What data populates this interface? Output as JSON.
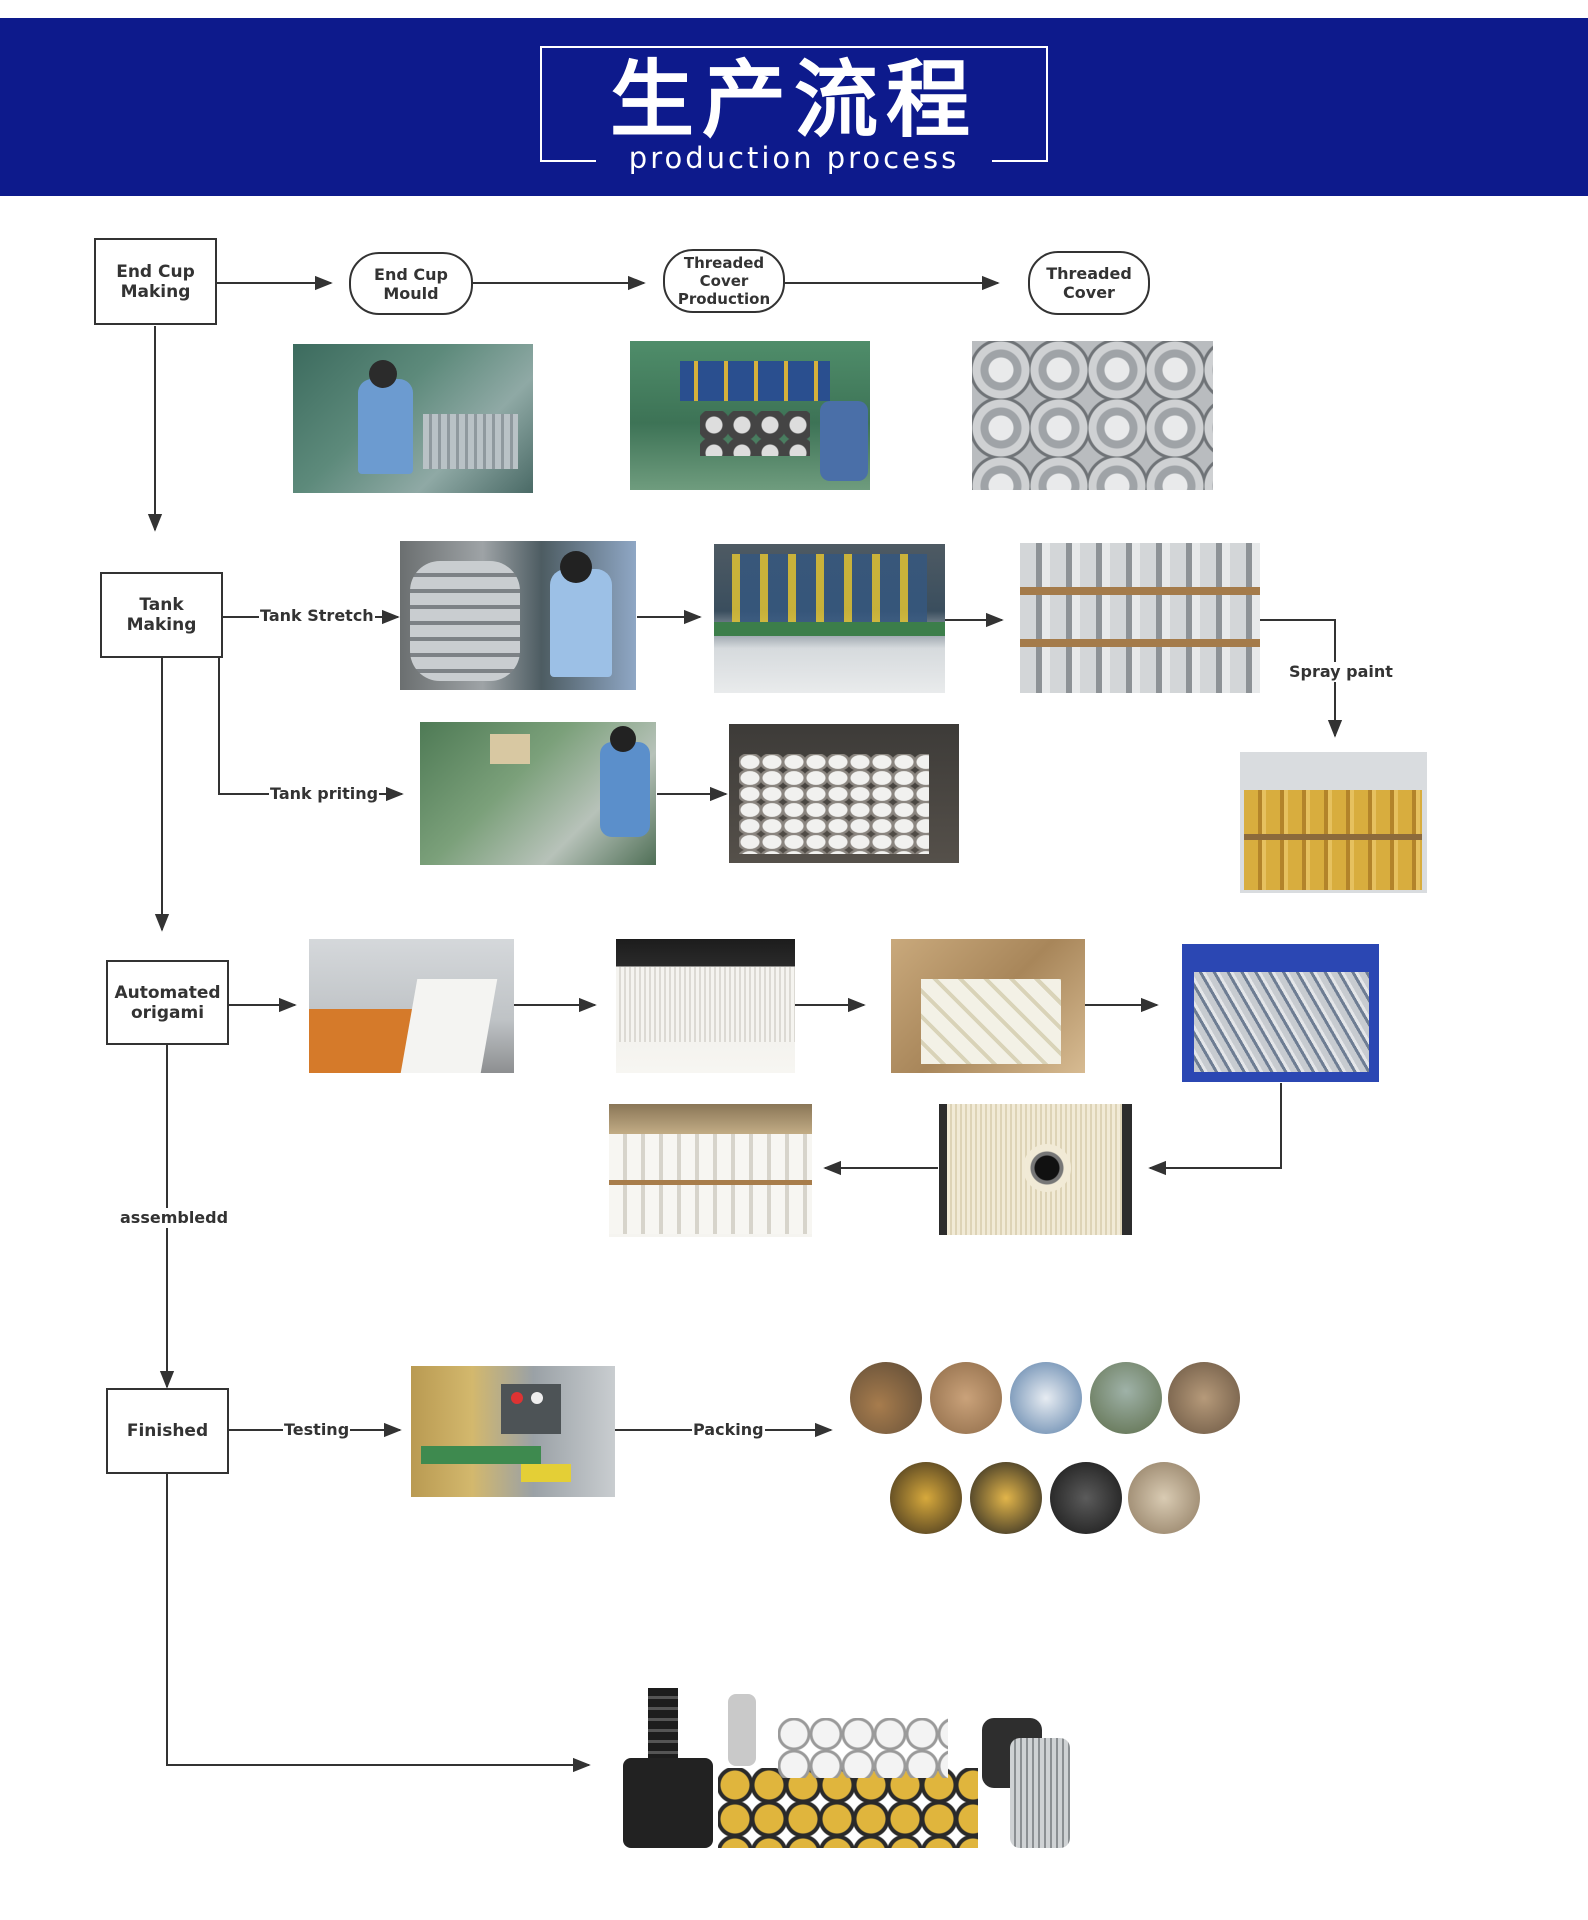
{
  "header": {
    "title_zh": "生产流程",
    "title_en": "production process"
  },
  "steps": {
    "end_cup_making": "End Cup\nMaking",
    "end_cup_mould": "End Cup\nMould",
    "threaded_cover_production": "Threaded\nCover\nProduction",
    "threaded_cover": "Threaded\nCover",
    "tank_making": "Tank\nMaking",
    "automated_origami": "Automated\norigami",
    "finished": "Finished"
  },
  "edge_labels": {
    "tank_stretch": "Tank Stretch",
    "tank_priting": "Tank priting",
    "spray_paint": "Spray paint",
    "assembled": "assembledd",
    "testing": "Testing",
    "packing": "Packing"
  },
  "colors": {
    "banner": "#0d1a8c",
    "line": "#333333"
  },
  "photos": [
    {
      "name": "photo-end-cup-press",
      "icon": "factory-worker-press"
    },
    {
      "name": "photo-threaded-cover-machine",
      "icon": "machine"
    },
    {
      "name": "photo-threaded-covers-pile",
      "icon": "metal-covers"
    },
    {
      "name": "photo-tank-stretch",
      "icon": "metal-cans"
    },
    {
      "name": "photo-tank-press-line",
      "icon": "factory-floor"
    },
    {
      "name": "photo-tanks-stacked",
      "icon": "stacked-cans"
    },
    {
      "name": "photo-yellow-tanks",
      "icon": "painted-cans"
    },
    {
      "name": "photo-tank-printing",
      "icon": "printing-machine"
    },
    {
      "name": "photo-printed-tanks",
      "icon": "white-cans"
    },
    {
      "name": "photo-origami-machine",
      "icon": "paper-machine"
    },
    {
      "name": "photo-pleated-paper",
      "icon": "pleated-paper"
    },
    {
      "name": "photo-paper-box",
      "icon": "paper-in-box"
    },
    {
      "name": "photo-metal-tubes-crate",
      "icon": "mesh-tubes"
    },
    {
      "name": "photo-filter-rolls",
      "icon": "filter-rolls"
    },
    {
      "name": "photo-filters-stacked",
      "icon": "filters-pallet"
    },
    {
      "name": "photo-testing-machine",
      "icon": "test-bench"
    },
    {
      "name": "photo-final-products",
      "icon": "filters-collection"
    }
  ],
  "packing_photos_count": 9
}
